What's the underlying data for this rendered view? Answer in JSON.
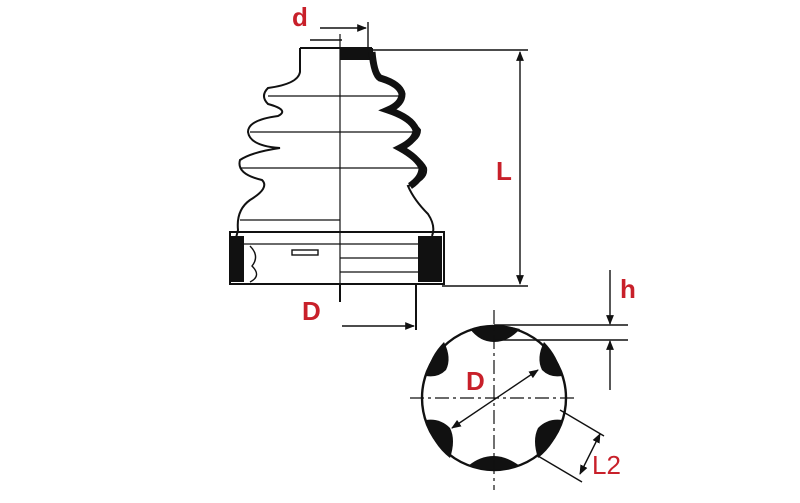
{
  "labels": {
    "d": "d",
    "L": "L",
    "D_top": "D",
    "h": "h",
    "D_ring": "D",
    "L2": "L2"
  },
  "colors": {
    "label": "#c8202a",
    "line": "#111111",
    "paper": "#ffffff"
  }
}
